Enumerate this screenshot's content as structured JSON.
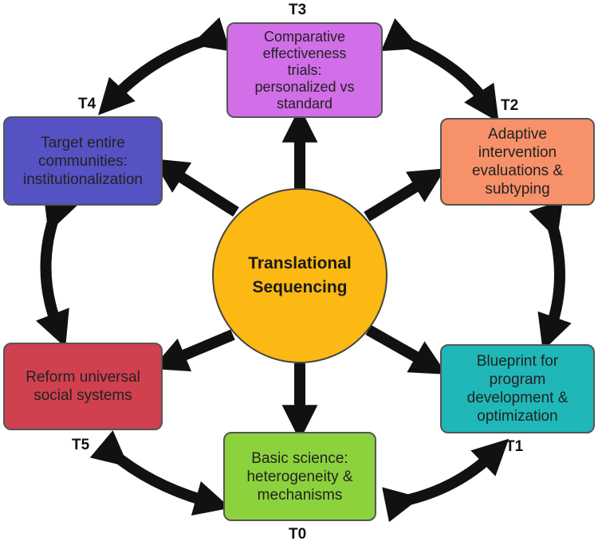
{
  "center": {
    "label": "Translational\nSequencing",
    "color": "#fcb813"
  },
  "stages": [
    {
      "id": "T0",
      "label": "T0",
      "text": "Basic science:\nheterogeneity &\nmechanisms",
      "color": "#8cd23c"
    },
    {
      "id": "T1",
      "label": "T1",
      "text": "Blueprint for\nprogram\ndevelopment &\noptimization",
      "color": "#1fb7b7"
    },
    {
      "id": "T2",
      "label": "T2",
      "text": "Adaptive\nintervention\nevaluations &\nsubtyping",
      "color": "#f7916a"
    },
    {
      "id": "T3",
      "label": "T3",
      "text": "Comparative\neffectiveness\ntrials:\npersonalized vs\nstandard",
      "color": "#d16ee8"
    },
    {
      "id": "T4",
      "label": "T4",
      "text": "Target entire\ncommunities:\ninstitutionalization",
      "color": "#5552c3"
    },
    {
      "id": "T5",
      "label": "T5",
      "text": "Reform universal\nsocial systems",
      "color": "#d0404f"
    }
  ]
}
